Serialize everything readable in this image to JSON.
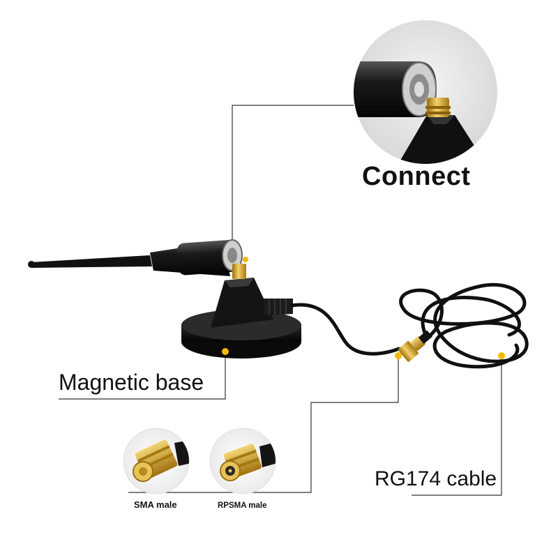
{
  "labels": {
    "connect": "Connect",
    "magnetic_base": "Magnetic base",
    "cable": "RG174 cable",
    "sma_male": "SMA male",
    "rpsma_male": "RPSMA male"
  },
  "colors": {
    "callout_line": "#333333",
    "marker_dot": "#f5b800",
    "gold_connector": "#d4a017",
    "antenna_black": "#111111",
    "inset_circle_bg": "#e2e2e2"
  }
}
